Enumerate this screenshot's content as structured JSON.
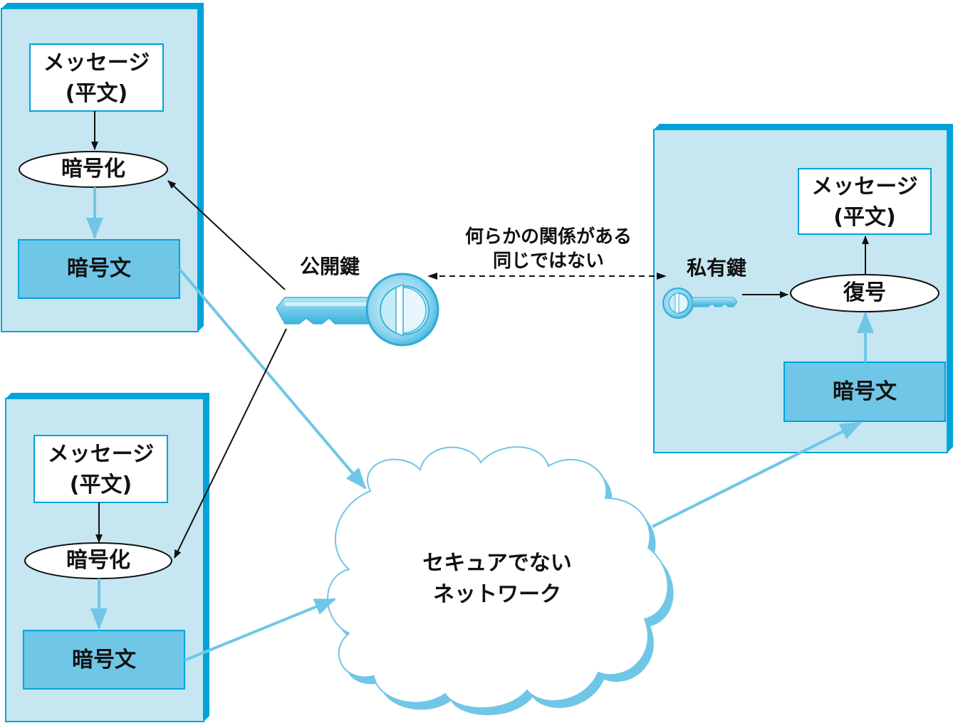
{
  "colors": {
    "panel_fill": "#c6e6f2",
    "panel_edge": "#00a3d9",
    "cipher_fill": "#70c6e6",
    "flow_arrow": "#70c6e6",
    "key_arrow": "#111111",
    "cloud_fill": "#ffffff",
    "cloud_edge": "#70c6e6"
  },
  "sender_top": {
    "message_line1": "メッセージ",
    "message_line2": "(平文)",
    "encrypt": "暗号化",
    "ciphertext": "暗号文"
  },
  "sender_bottom": {
    "message_line1": "メッセージ",
    "message_line2": "(平文)",
    "encrypt": "暗号化",
    "ciphertext": "暗号文"
  },
  "receiver": {
    "message_line1": "メッセージ",
    "message_line2": "(平文)",
    "decrypt": "復号",
    "ciphertext": "暗号文",
    "private_key_label": "私有鍵"
  },
  "public_key_label": "公開鍵",
  "relation_note": {
    "line1": "何らかの関係がある",
    "line2": "同じではない"
  },
  "network": {
    "line1": "セキュアでない",
    "line2": "ネットワーク"
  }
}
